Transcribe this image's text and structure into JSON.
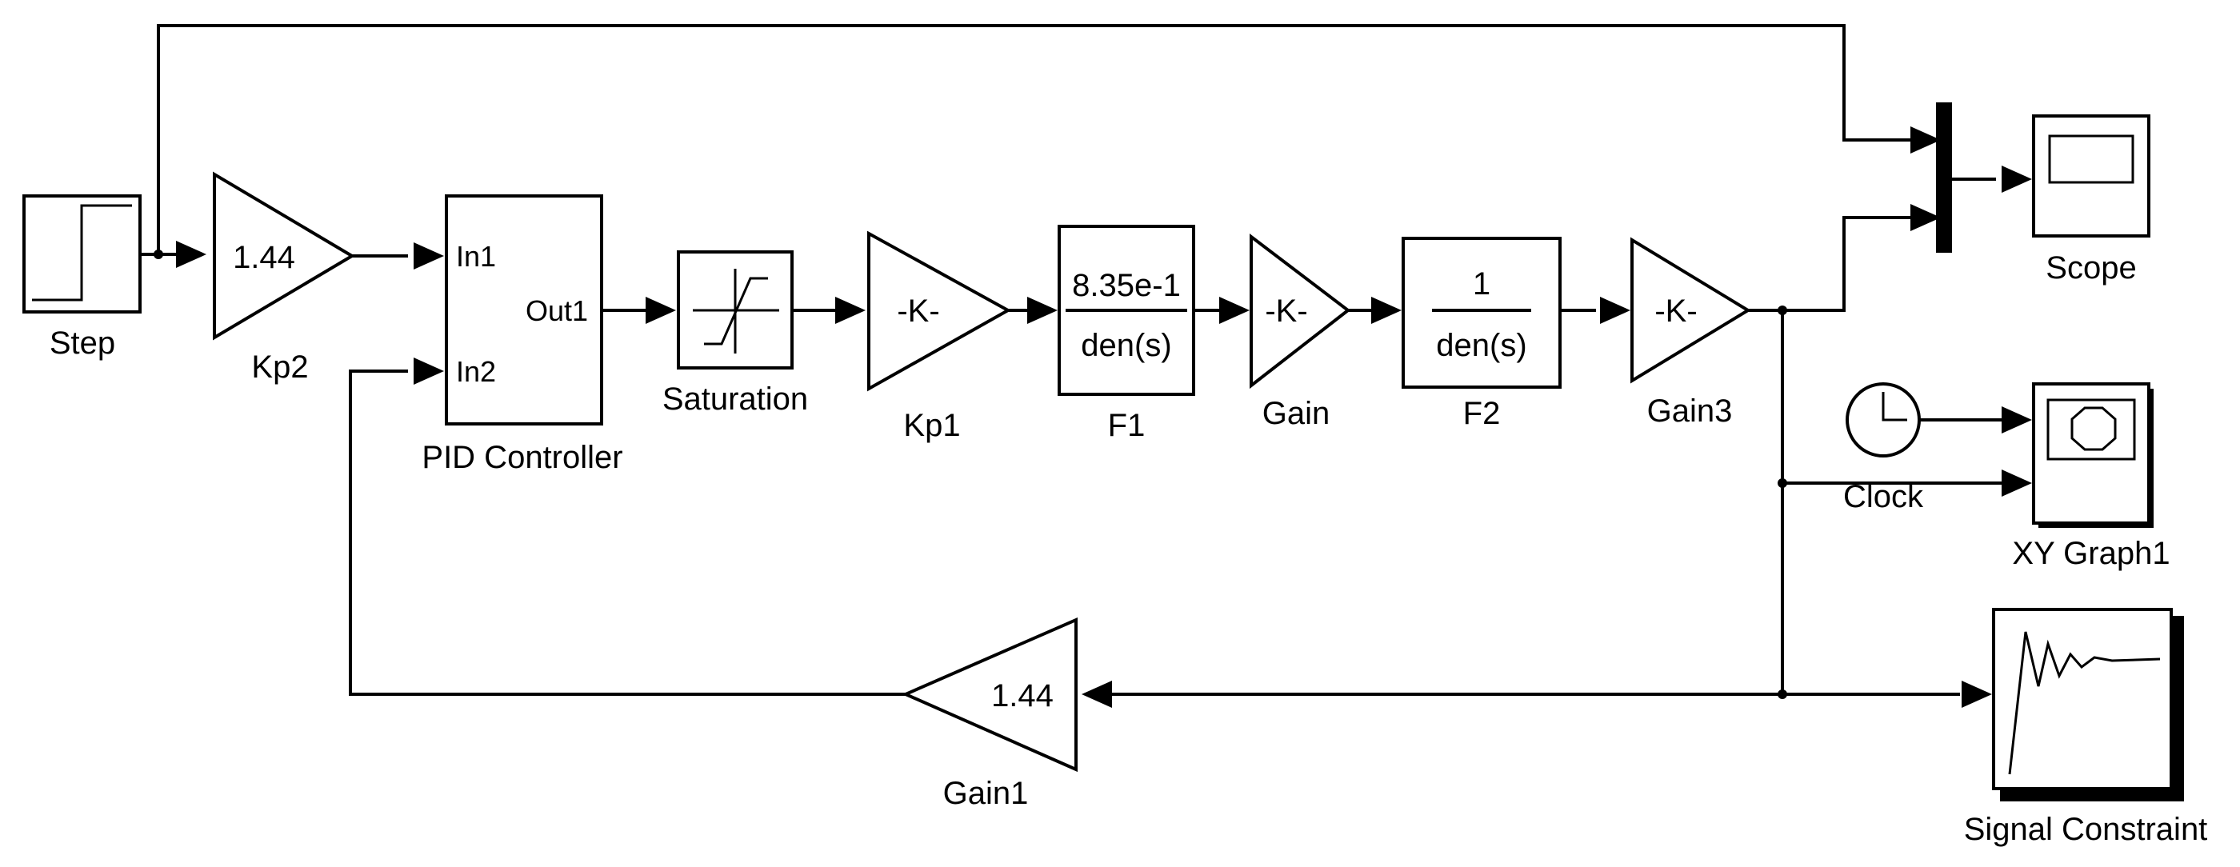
{
  "blocks": {
    "step": {
      "label": "Step"
    },
    "kp2": {
      "label": "Kp2",
      "value": "1.44"
    },
    "pid": {
      "label": "PID Controller",
      "in1": "In1",
      "in2": "In2",
      "out1": "Out1"
    },
    "saturation": {
      "label": "Saturation"
    },
    "kp1": {
      "label": "Kp1",
      "value": "-K-"
    },
    "f1": {
      "label": "F1",
      "numerator": "8.35e-1",
      "denominator": "den(s)"
    },
    "gain": {
      "label": "Gain",
      "value": "-K-"
    },
    "f2": {
      "label": "F2",
      "numerator": "1",
      "denominator": "den(s)"
    },
    "gain3": {
      "label": "Gain3",
      "value": "-K-"
    },
    "gain1": {
      "label": "Gain1",
      "value": "1.44"
    },
    "scope": {
      "label": "Scope"
    },
    "clock": {
      "label": "Clock"
    },
    "xy_graph": {
      "label": "XY Graph1"
    },
    "signal_constraint": {
      "label": "Signal Constraint"
    }
  }
}
